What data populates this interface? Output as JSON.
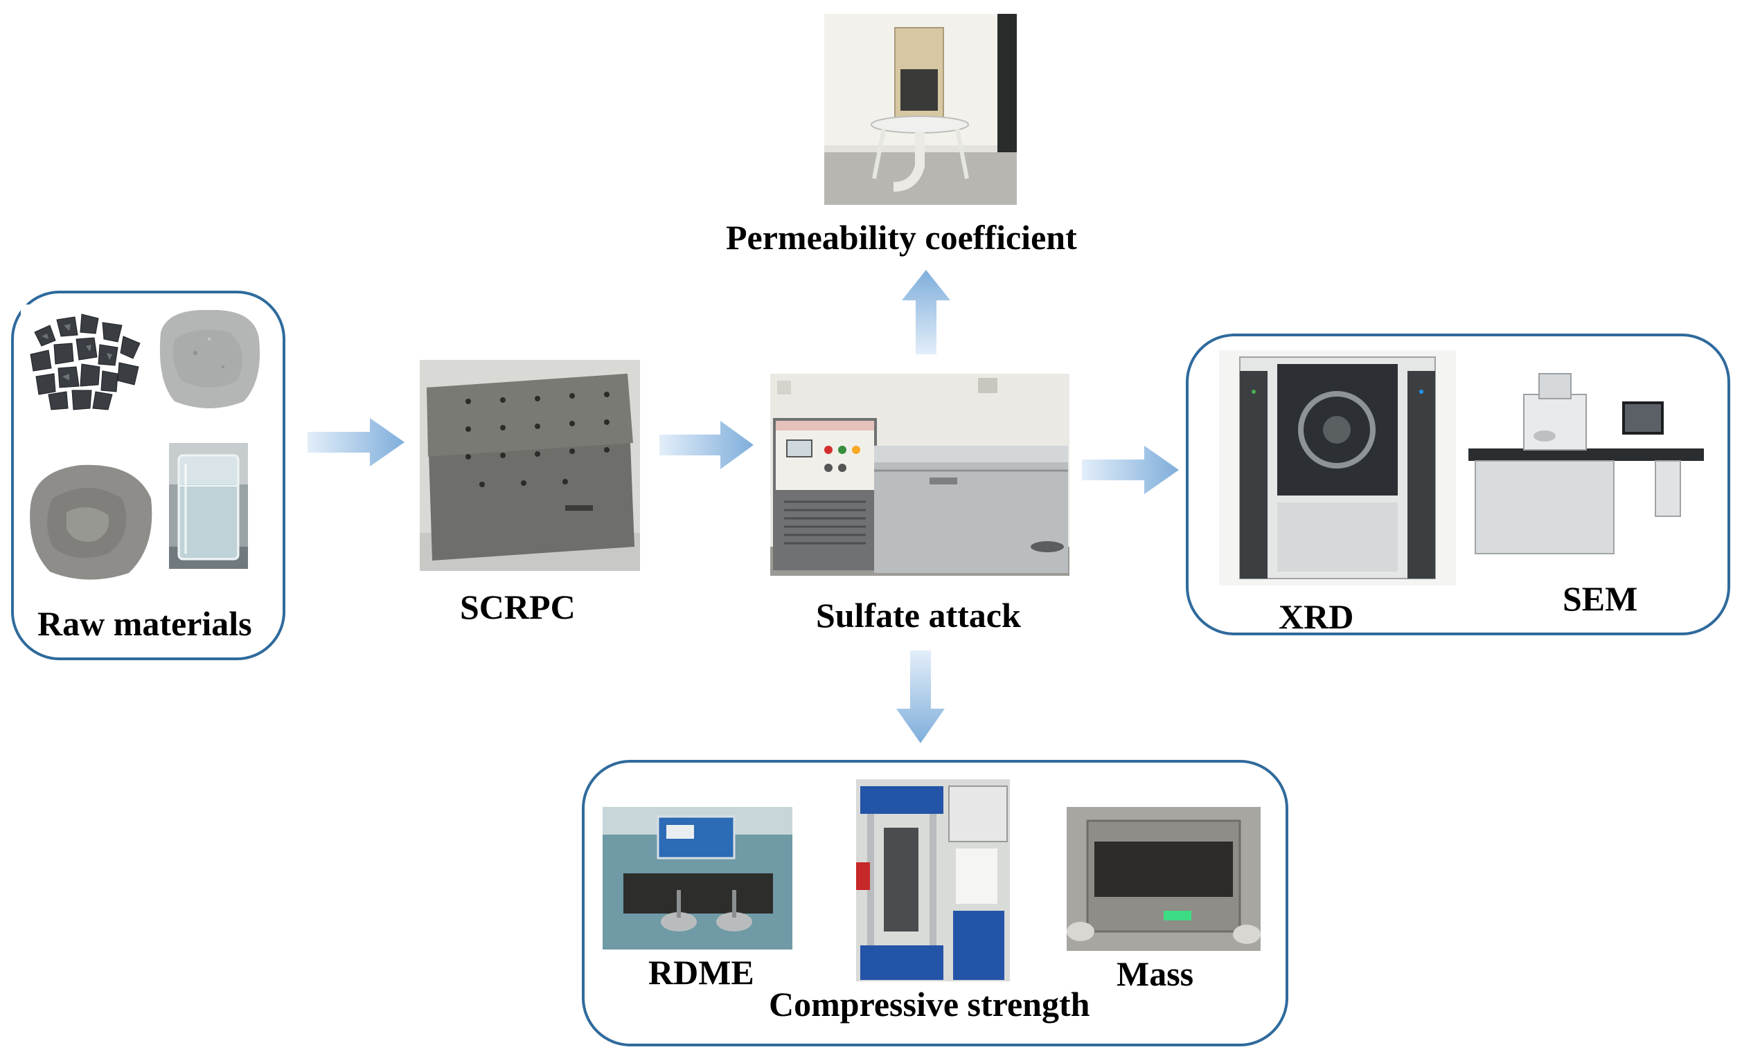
{
  "labels": {
    "raw_materials": "Raw materials",
    "scrpc": "SCRPC",
    "sulfate_attack": "Sulfate attack",
    "permeability": "Permeability coefficient",
    "xrd": "XRD",
    "sem": "SEM",
    "rdme": "RDME",
    "compressive_strength": "Compressive strength",
    "mass": "Mass"
  },
  "colors": {
    "box_border": "#2f6a9c",
    "arrow_light": "#dbe9f7",
    "arrow_dark": "#8fb7e0"
  },
  "panels": {
    "raw_materials": [
      "crushed-stone-photo",
      "gray-powder-photo",
      "dark-powder-photo",
      "water-beaker-photo"
    ],
    "characterization": [
      "xrd-instrument-photo",
      "sem-instrument-photo"
    ],
    "tests": [
      "rdme-tester-photo",
      "compression-machine-photo",
      "mass-scale-photo"
    ]
  }
}
